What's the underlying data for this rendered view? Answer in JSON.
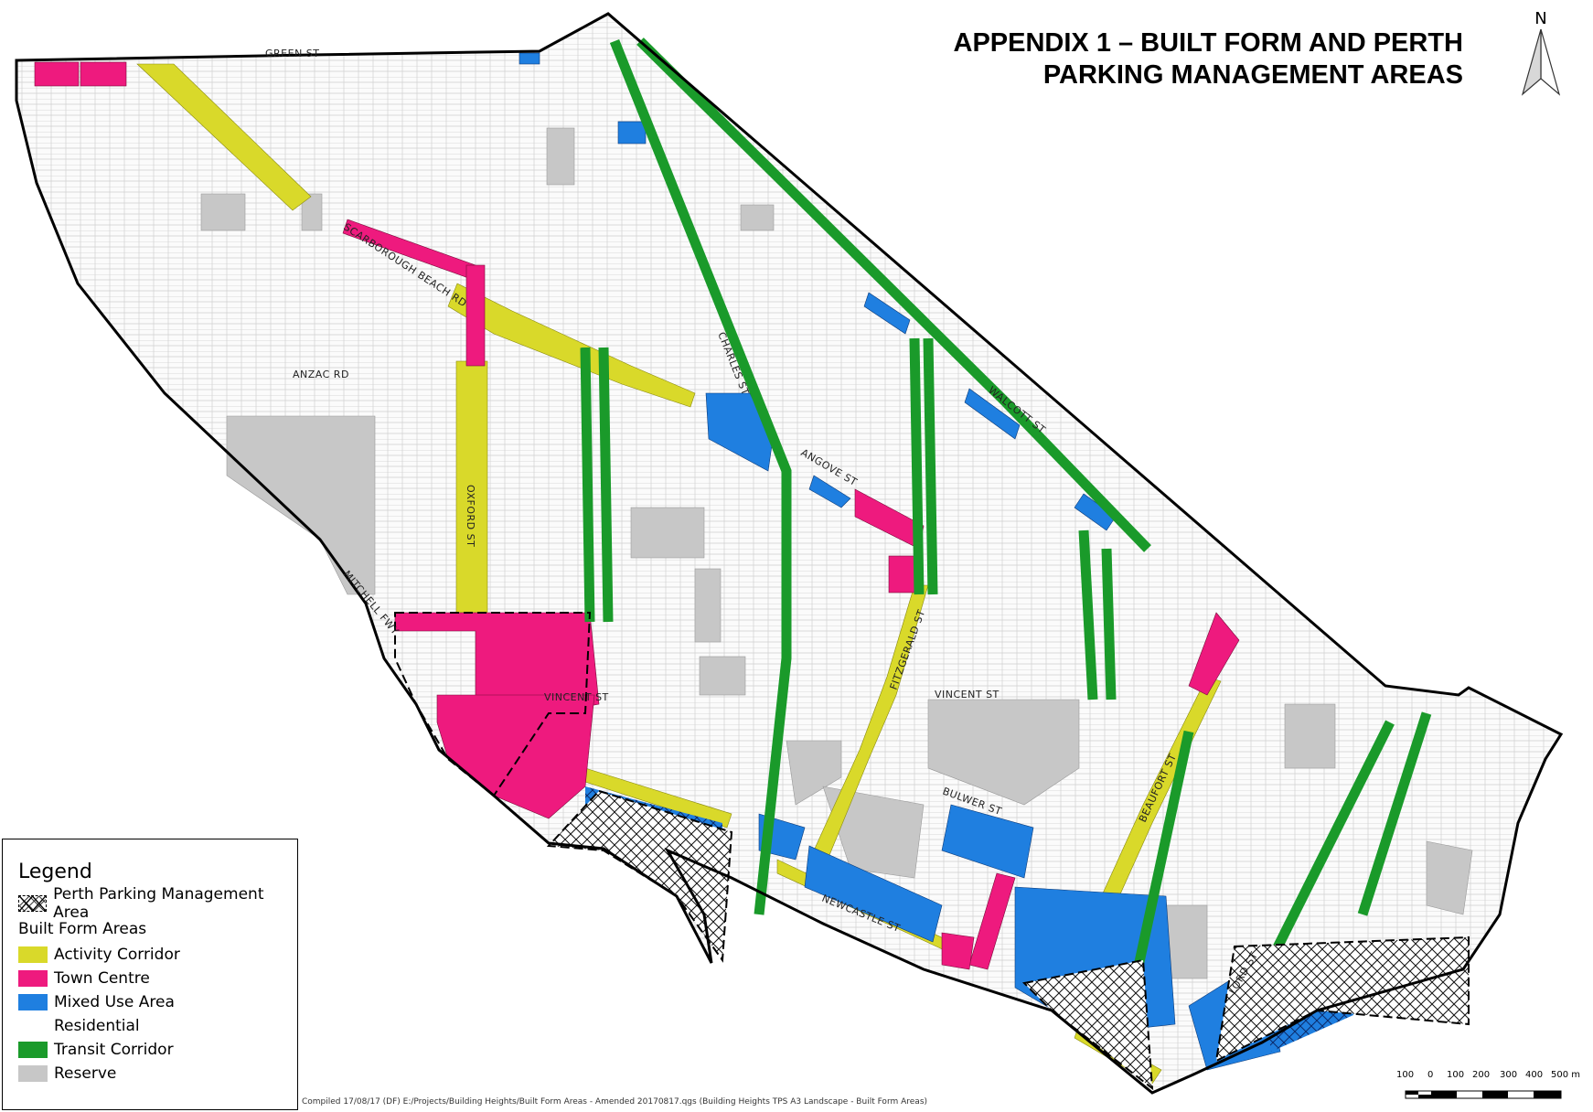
{
  "title": {
    "line1": "APPENDIX 1 – BUILT FORM AND PERTH",
    "line2": "PARKING MANAGEMENT AREAS"
  },
  "north_arrow": {
    "label": "N",
    "icon": "north-arrow-icon"
  },
  "legend": {
    "title": "Legend",
    "parking_label": "Perth Parking Management Area",
    "builtform_heading": "Built Form Areas",
    "items": [
      {
        "label": "Activity Corridor",
        "color": "#d9d92a"
      },
      {
        "label": "Town Centre",
        "color": "#ee1a7e"
      },
      {
        "label": "Mixed Use Area",
        "color": "#1f7fe0"
      },
      {
        "label": "Residential",
        "color": "#ffffff"
      },
      {
        "label": "Transit Corridor",
        "color": "#1a9a2a"
      },
      {
        "label": "Reserve",
        "color": "#c7c7c7"
      }
    ]
  },
  "roads": {
    "green": "GREEN ST",
    "scarborough": "SCARBOROUGH BEACH RD",
    "anzac": "ANZAC RD",
    "oxford": "OXFORD ST",
    "charles": "CHARLES ST",
    "walcott": "WALCOTT ST",
    "angove": "ANGOVE ST",
    "mitchell": "MITCHELL FWY",
    "fitzgerald": "FITZGERALD ST",
    "vincent_w": "VINCENT ST",
    "vincent_e": "VINCENT ST",
    "bulwer": "BULWER ST",
    "beaufort": "BEAUFORT ST",
    "newcastle": "NEWCASTLE ST",
    "lord": "LORD ST"
  },
  "scale": {
    "labels": [
      "100",
      "0",
      "100",
      "200",
      "300",
      "400",
      "500 m"
    ]
  },
  "credit": "Compiled 17/08/17 (DF)   E:/Projects/Building Heights/Built Form Areas - Amended 20170817.qgs (Building Heights TPS A3 Landscape - Built Form Areas)"
}
